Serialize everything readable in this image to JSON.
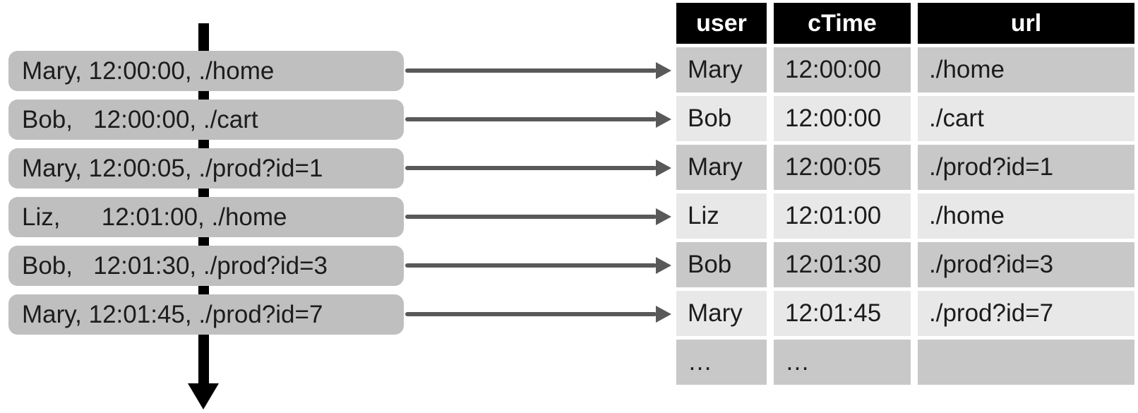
{
  "events": [
    {
      "text": "Mary, 12:00:00, ./home"
    },
    {
      "text": "Bob,   12:00:00, ./cart"
    },
    {
      "text": "Mary, 12:00:05, ./prod?id=1"
    },
    {
      "text": "Liz,      12:01:00, ./home"
    },
    {
      "text": "Bob,   12:01:30, ./prod?id=3"
    },
    {
      "text": "Mary, 12:01:45, ./prod?id=7"
    }
  ],
  "table": {
    "columns": [
      "user",
      "cTime",
      "url"
    ],
    "rows": [
      {
        "user": "Mary",
        "cTime": "12:00:00",
        "url": "./home"
      },
      {
        "user": "Bob",
        "cTime": "12:00:00",
        "url": "./cart"
      },
      {
        "user": "Mary",
        "cTime": "12:00:05",
        "url": "./prod?id=1"
      },
      {
        "user": "Liz",
        "cTime": "12:01:00",
        "url": "./home"
      },
      {
        "user": "Bob",
        "cTime": "12:01:30",
        "url": "./prod?id=3"
      },
      {
        "user": "Mary",
        "cTime": "12:01:45",
        "url": "./prod?id=7"
      },
      {
        "user": "…",
        "cTime": "…",
        "url": ""
      }
    ]
  },
  "colors": {
    "event_box": "#bfbfbf",
    "row_dark": "#c8c8c8",
    "row_light": "#e8e8e8",
    "header_bg": "#000000",
    "header_text": "#ffffff",
    "connector_arrow": "#595959",
    "timeline_arrow": "#000000"
  }
}
